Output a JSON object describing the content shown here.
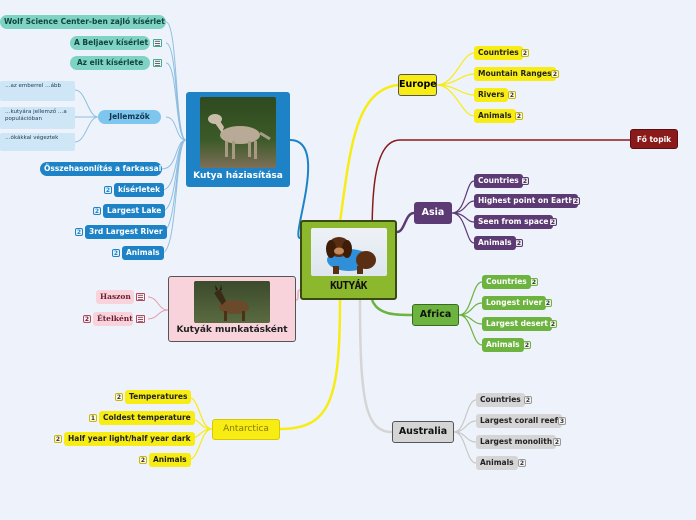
{
  "central": {
    "label": "KUTYÁK"
  },
  "floating": {
    "label": "Fő topik"
  },
  "europe": {
    "label": "Europe",
    "items": [
      {
        "label": "Countries",
        "badge": "2"
      },
      {
        "label": "Mountain Ranges",
        "badge": "2"
      },
      {
        "label": "Rivers",
        "badge": "2"
      },
      {
        "label": "Animals",
        "badge": "2"
      }
    ]
  },
  "asia": {
    "label": "Asia",
    "items": [
      {
        "label": "Countries",
        "badge": "2"
      },
      {
        "label": "Highest point on Earth",
        "badge": "2"
      },
      {
        "label": "Seen from space",
        "badge": "2"
      },
      {
        "label": "Animals",
        "badge": "2"
      }
    ]
  },
  "africa": {
    "label": "Africa",
    "items": [
      {
        "label": "Countries",
        "badge": "2"
      },
      {
        "label": "Longest river",
        "badge": "2"
      },
      {
        "label": "Largest desert",
        "badge": "2"
      },
      {
        "label": "Animals",
        "badge": "2"
      }
    ]
  },
  "australia": {
    "label": "Australia",
    "items": [
      {
        "label": "Countries",
        "badge": "2"
      },
      {
        "label": "Largest corall reef",
        "badge": "3"
      },
      {
        "label": "Largest monolith",
        "badge": "2"
      },
      {
        "label": "Animals",
        "badge": "2"
      }
    ]
  },
  "antarctica": {
    "label": "Antarctica",
    "items": [
      {
        "label": "Temperatures",
        "badge": "2"
      },
      {
        "label": "Coldest temperature",
        "badge": "1"
      },
      {
        "label": "Half year light/half year dark",
        "badge": "2"
      },
      {
        "label": "Animals",
        "badge": "2"
      }
    ]
  },
  "domestication": {
    "label": "Kutya háziasítása",
    "items": [
      {
        "label": "Wolf Science Center-ben zajló kísérlet"
      },
      {
        "label": "A Beljaev kísérlet"
      },
      {
        "label": "Az elit kísérlete"
      },
      {
        "label": "Jellemzők"
      },
      {
        "label": "Összehasonlítás a farkassal"
      },
      {
        "label": "kísérletek",
        "badge": "2"
      },
      {
        "label": "Largest Lake",
        "badge": "2"
      },
      {
        "label": "3rd Largest River",
        "badge": "2"
      },
      {
        "label": "Animals",
        "badge": "2"
      }
    ],
    "notes": [
      "…az emberrel\n…ább",
      "…kutyára jellemző\n…a populációban",
      "…ókákkal végeztek"
    ]
  },
  "working": {
    "label": "Kutyák munkatásként",
    "items": [
      {
        "label": "Haszon"
      },
      {
        "label": "Ételként",
        "badge": "2"
      }
    ]
  },
  "colors": {
    "europe": "#f7ec13",
    "asia": "#5c3a73",
    "africa": "#6cb33f",
    "australia": "#d5d5d5",
    "antarctica": "#f7ec13",
    "domestication": "#1d83c6",
    "working": "#f8d3dc",
    "central": "#8bb82c",
    "floating": "#8b1a1a"
  },
  "icons": [
    "notes-icon",
    "puppy-photo",
    "wolf-photo",
    "shepherd-dog-photo"
  ]
}
